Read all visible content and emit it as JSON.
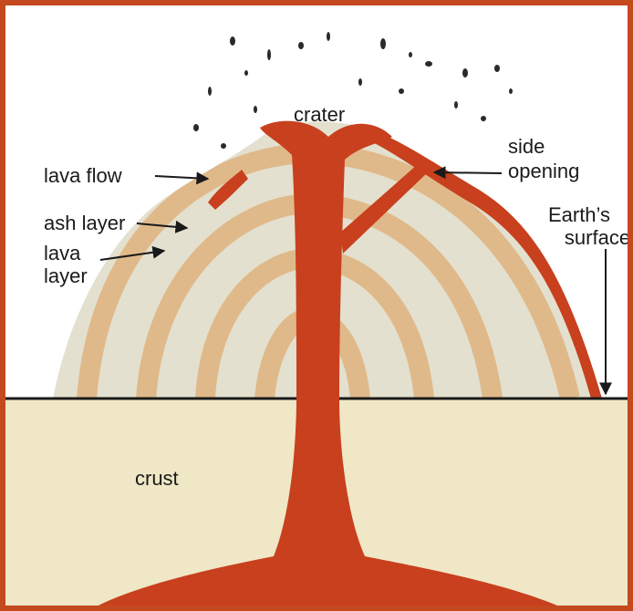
{
  "labels": {
    "crater": "crater",
    "side_opening_line1": "side",
    "side_opening_line2": "opening",
    "lava_flow": "lava flow",
    "ash_layer": "ash layer",
    "lava_layer_line1": "lava",
    "lava_layer_line2": "layer",
    "earth_surface_line1": "Earth’s",
    "earth_surface_line2": "surface",
    "crust": "crust"
  },
  "colors": {
    "frame": "#c5491f",
    "lava": "#c8401e",
    "ash_layer": "#e3e0cf",
    "lava_layer_band": "#e0b98a",
    "crust": "#efe7c6",
    "ground_line": "#1a1a1a"
  }
}
